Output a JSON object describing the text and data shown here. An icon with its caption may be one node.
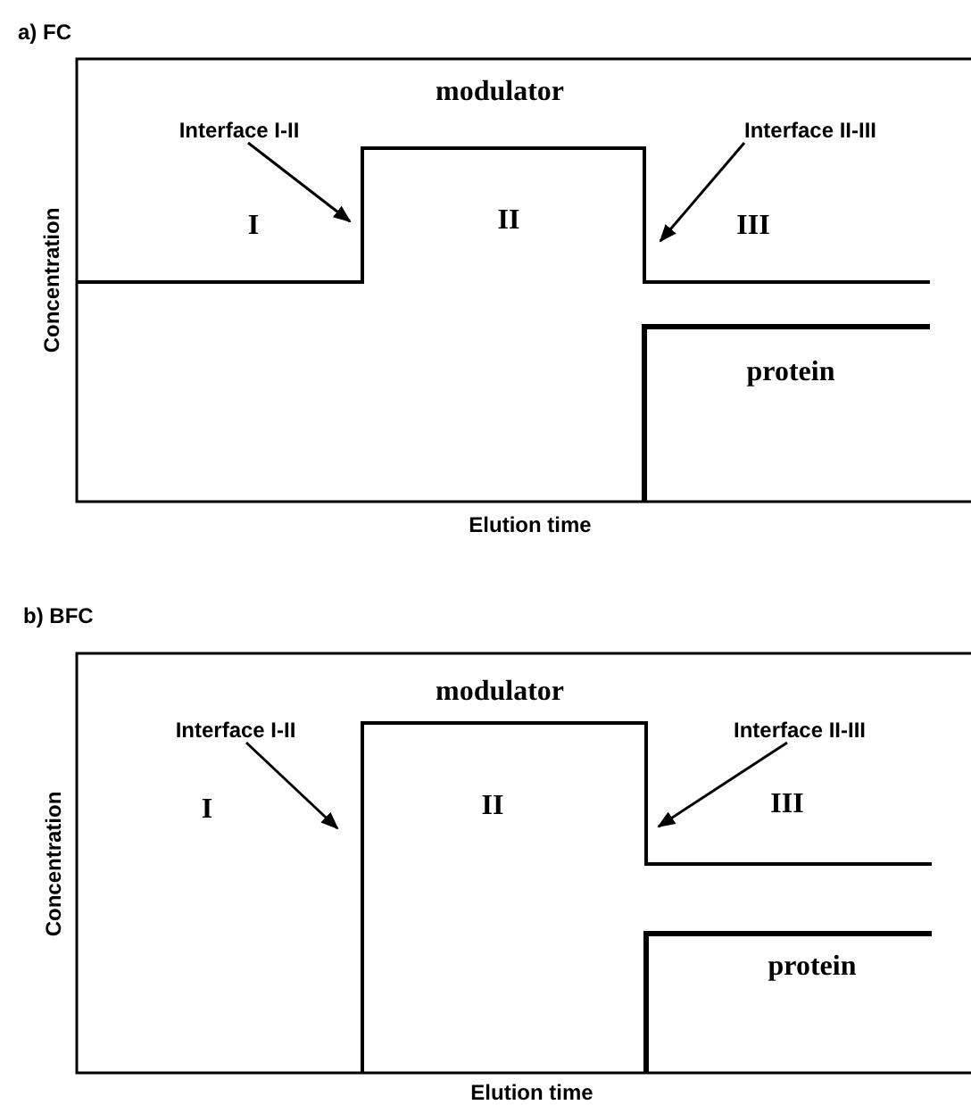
{
  "diagram": {
    "nodes": [
      {
        "text": [
          "Interface I-II"
        ]
      },
      {
        "text": [
          "Interface II-III"
        ]
      },
      {
        "text": [
          "Interface I-II"
        ]
      },
      {
        "text": [
          "Interface II-III"
        ]
      }
    ],
    "edges": [
      {
        "from": 0,
        "to": null,
        "arrow": "to"
      },
      {
        "from": 1,
        "to": null,
        "arrow": "to"
      },
      {
        "from": 2,
        "to": null,
        "arrow": "to"
      },
      {
        "from": 3,
        "to": null,
        "arrow": "to"
      }
    ],
    "labels": [
      "a) FC",
      "modulator",
      "I",
      "II",
      "III",
      "protein",
      "Concentration",
      "Elution time",
      "b) BFC",
      "modulator",
      "I",
      "II",
      "III",
      "protein",
      "Concentration",
      "Elution time"
    ]
  }
}
